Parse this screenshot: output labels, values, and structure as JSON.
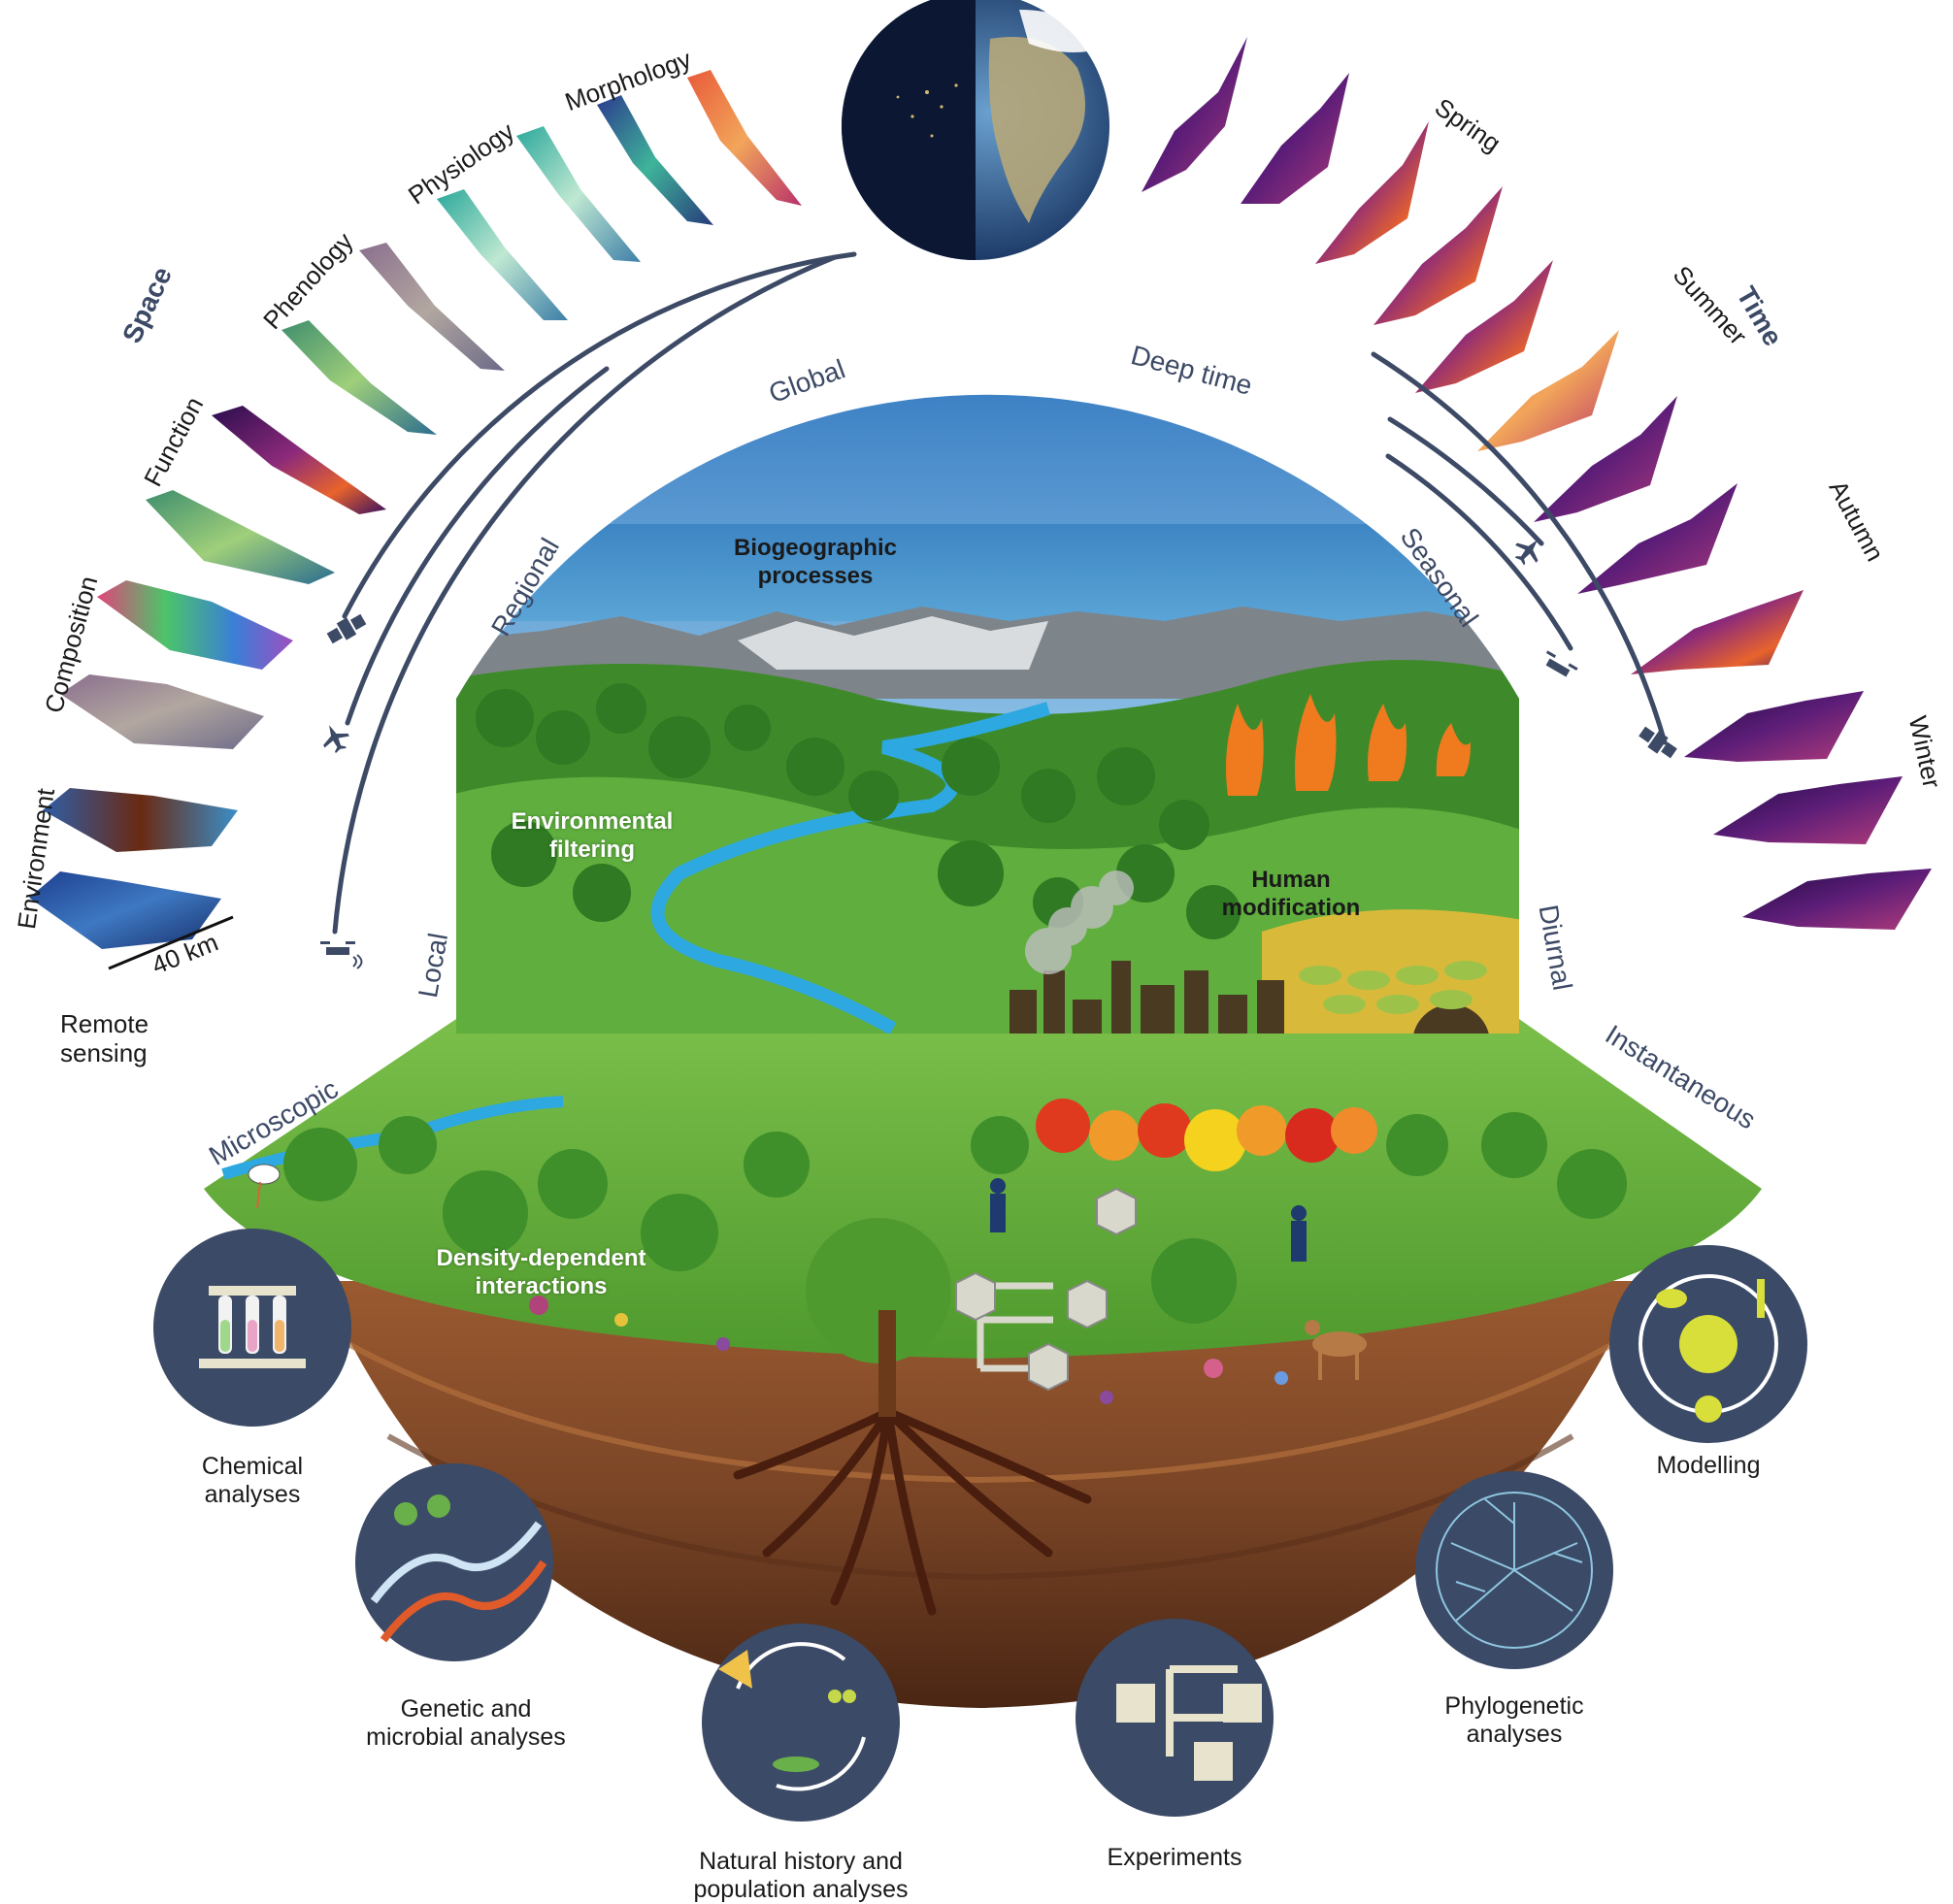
{
  "space": {
    "title": "Space",
    "maps": [
      "Environment",
      "Composition",
      "Function",
      "Phenology",
      "Physiology",
      "Morphology"
    ],
    "scale_bar": "40 km",
    "source": "Remote sensing",
    "scales": [
      "Microscopic",
      "Local",
      "Regional",
      "Global"
    ]
  },
  "time": {
    "title": "Time",
    "seasons": [
      "Spring",
      "Summer",
      "Autumn",
      "Winter"
    ],
    "scales": [
      "Deep time",
      "Seasonal",
      "Diurnal",
      "Instantaneous"
    ]
  },
  "processes": {
    "biogeographic": "Biogeographic processes",
    "environmental": "Environmental filtering",
    "human": "Human modification",
    "density": "Density-dependent interactions"
  },
  "methods": [
    {
      "label": "Chemical analyses",
      "icon": "test-tubes-icon"
    },
    {
      "label": "Genetic and microbial analyses",
      "icon": "dna-icon"
    },
    {
      "label": "Natural history and population analyses",
      "icon": "life-cycle-icon"
    },
    {
      "label": "Experiments",
      "icon": "experiment-icon"
    },
    {
      "label": "Phylogenetic analyses",
      "icon": "phylogeny-icon"
    },
    {
      "label": "Modelling",
      "icon": "model-cycle-icon"
    }
  ],
  "colors": {
    "ink": "#3d4a66",
    "method_circle": "#3b4a66",
    "sky": "#4a8fc9",
    "grass": "#5fae3e",
    "soil": "#7a4526",
    "river": "#2da8e0"
  }
}
